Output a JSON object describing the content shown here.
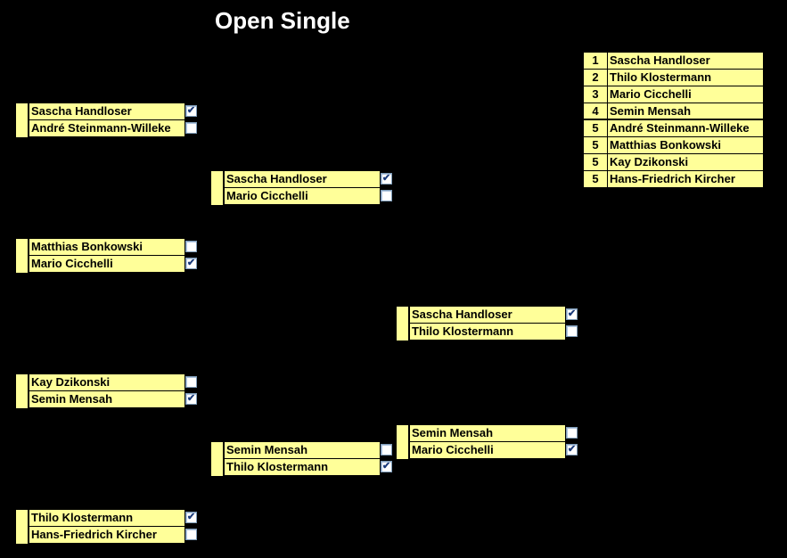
{
  "title": "Open Single",
  "matches": [
    {
      "p1": "Sascha Handloser",
      "p1_check": "✔",
      "p2": "André Steinmann-Willeke",
      "p2_check": ""
    },
    {
      "p1": "Matthias Bonkowski",
      "p1_check": "",
      "p2": "Mario Cicchelli",
      "p2_check": "✔"
    },
    {
      "p1": "Kay Dzikonski",
      "p1_check": "",
      "p2": "Semin Mensah",
      "p2_check": "✔"
    },
    {
      "p1": "Thilo Klostermann",
      "p1_check": "✔",
      "p2": "Hans-Friedrich Kircher",
      "p2_check": ""
    },
    {
      "p1": "Sascha Handloser",
      "p1_check": "✔",
      "p2": "Mario Cicchelli",
      "p2_check": ""
    },
    {
      "p1": "Semin Mensah",
      "p1_check": "",
      "p2": "Thilo Klostermann",
      "p2_check": "✔"
    },
    {
      "p1": "Sascha Handloser",
      "p1_check": "✔",
      "p2": "Thilo Klostermann",
      "p2_check": ""
    },
    {
      "p1": "Semin Mensah",
      "p1_check": "",
      "p2": "Mario Cicchelli",
      "p2_check": "✔"
    }
  ],
  "ranking": [
    {
      "pos": "1",
      "name": "Sascha Handloser"
    },
    {
      "pos": "2",
      "name": "Thilo Klostermann"
    },
    {
      "pos": "3",
      "name": "Mario Cicchelli"
    },
    {
      "pos": "4",
      "name": "Semin Mensah"
    },
    {
      "pos": "5",
      "name": "André Steinmann-Willeke"
    },
    {
      "pos": "5",
      "name": "Matthias Bonkowski"
    },
    {
      "pos": "5",
      "name": "Kay Dzikonski"
    },
    {
      "pos": "5",
      "name": "Hans-Friedrich Kircher"
    }
  ]
}
